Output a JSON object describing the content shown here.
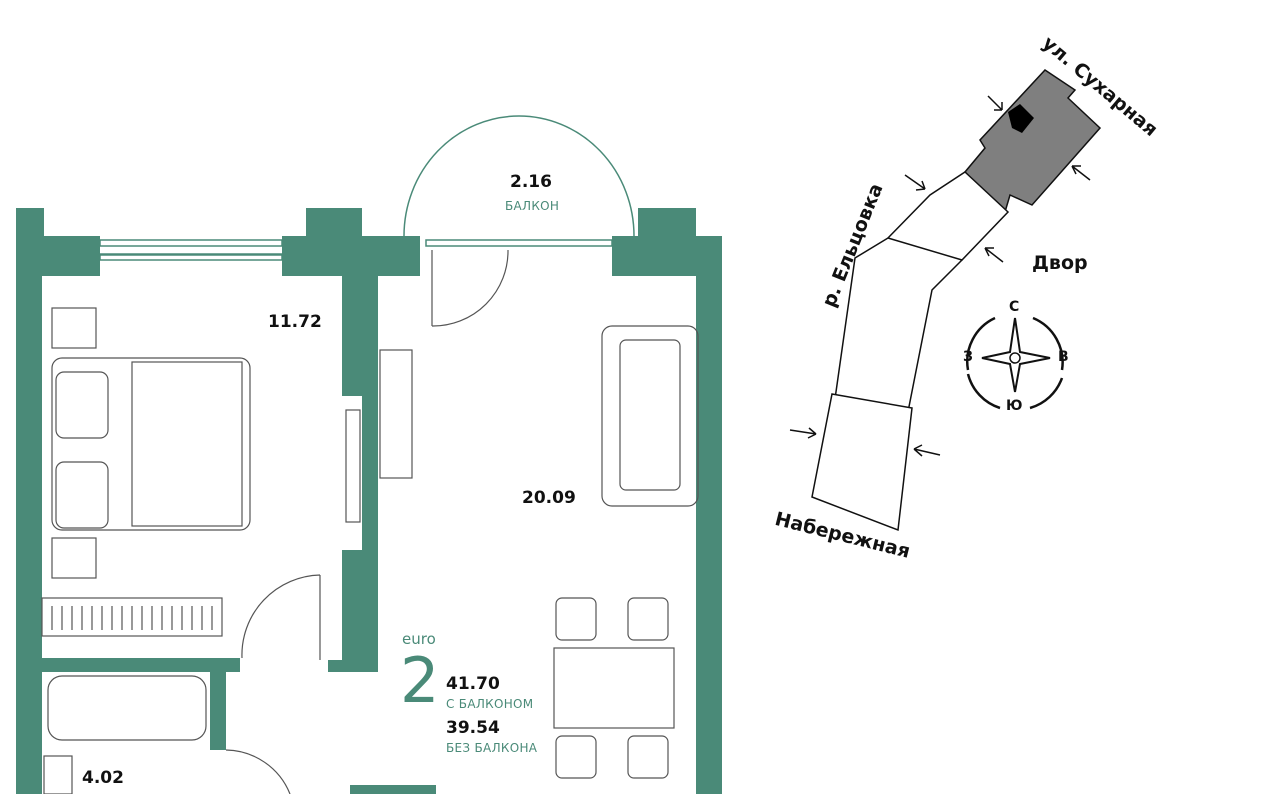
{
  "colors": {
    "wall": "#4a8a78",
    "building_current": "#7f7f7f",
    "building_highlight": "#000000"
  },
  "rooms": {
    "balcony": {
      "area": "2.16",
      "label": "БАЛКОН"
    },
    "bedroom": {
      "area": "11.72"
    },
    "living": {
      "area": "20.09"
    },
    "bathroom": {
      "area": "4.02"
    }
  },
  "summary": {
    "type": "euro",
    "rooms": "2",
    "area_with_balcony": "41.70",
    "with_balcony_label": "С БАЛКОНОМ",
    "area_without_balcony": "39.54",
    "without_balcony_label": "БЕЗ БАЛКОНА"
  },
  "site_plan": {
    "streets": {
      "top": "ул. Сухарная",
      "left": "р. Ельцовка",
      "bottom": "Набережная",
      "yard": "Двор"
    },
    "compass": {
      "n": "С",
      "s": "Ю",
      "w": "З",
      "e": "В"
    }
  }
}
